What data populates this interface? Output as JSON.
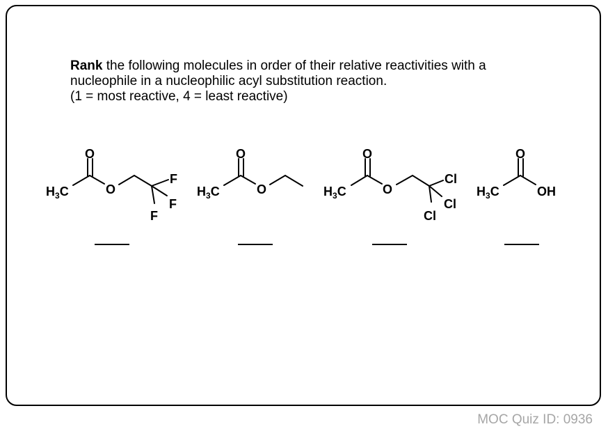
{
  "prompt": {
    "bold_word": "Rank",
    "line1_rest": " the following molecules in order of their relative reactivities with a",
    "line2": "nucleophile in a nucleophilic acyl substitution reaction.",
    "line3": "(1 = most reactive, 4 = least reactive)"
  },
  "molecules": [
    {
      "methyl_H": "H",
      "methyl_3": "3",
      "methyl_C": "C",
      "carbonyl_O": "O",
      "ester_O": "O",
      "hal1": "F",
      "hal2": "F",
      "hal3": "F"
    },
    {
      "methyl_H": "H",
      "methyl_3": "3",
      "methyl_C": "C",
      "carbonyl_O": "O",
      "ester_O": "O"
    },
    {
      "methyl_H": "H",
      "methyl_3": "3",
      "methyl_C": "C",
      "carbonyl_O": "O",
      "ester_O": "O",
      "hal1": "Cl",
      "hal2": "Cl",
      "hal3": "Cl"
    },
    {
      "methyl_H": "H",
      "methyl_3": "3",
      "methyl_C": "C",
      "carbonyl_O": "O",
      "hydroxyl": "OH"
    }
  ],
  "footer": {
    "quiz_id": "MOC Quiz ID: 0936"
  }
}
